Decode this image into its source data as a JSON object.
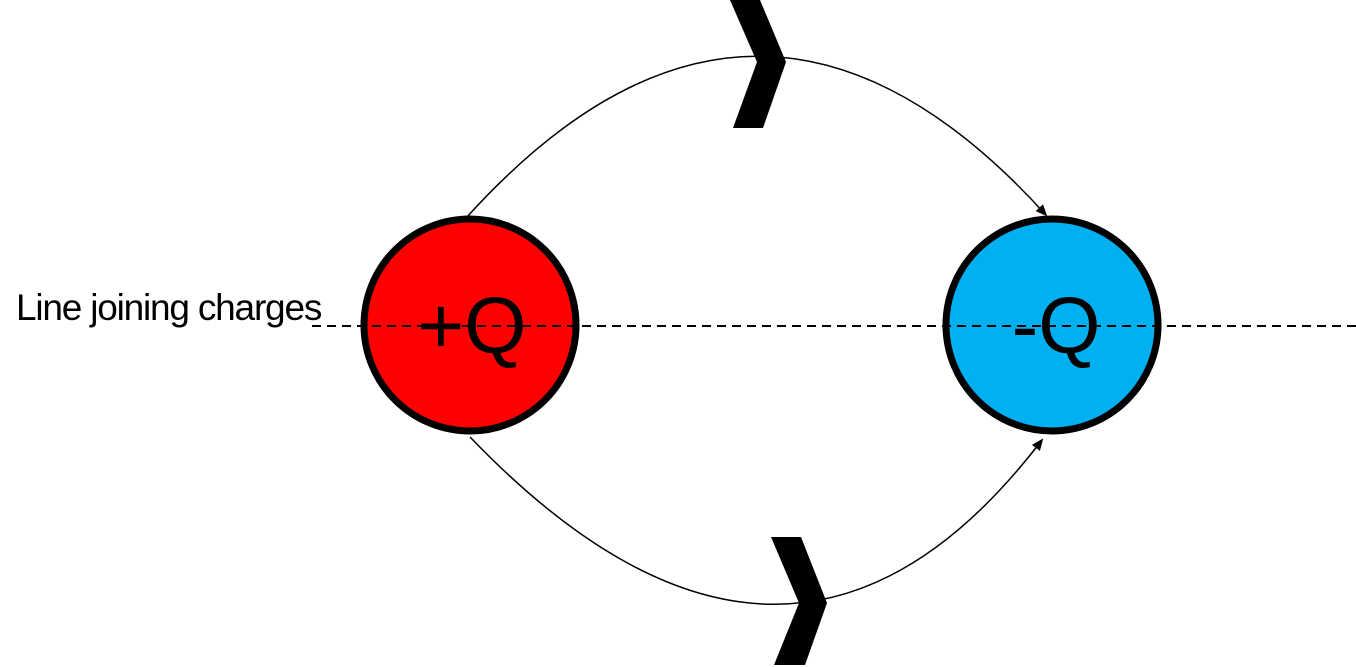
{
  "diagram": {
    "background_color": "#FFFFFF",
    "axis_label": "Line joining charges",
    "positive_charge": {
      "label": "+Q",
      "color": "#FF0000"
    },
    "negative_charge": {
      "label": "-Q",
      "color": "#00B0F0"
    },
    "stroke_color": "#000000",
    "arrow_color": "#000000"
  }
}
